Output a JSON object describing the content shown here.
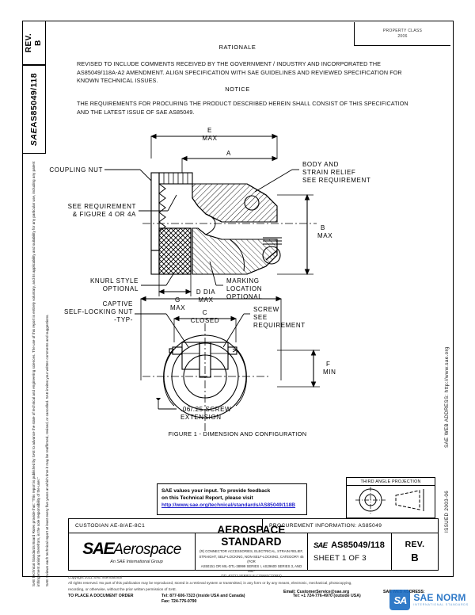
{
  "document": {
    "rev_tab_label": "REV.\nB",
    "rev_tab_line1": "REV.",
    "rev_tab_line2": "B",
    "doc_tab_number": "AS85049/118",
    "doc_tab_logo": "SAE",
    "header_box_line1": "PROPERTY CLASS",
    "header_box_line2": "2006"
  },
  "rationale": {
    "heading": "RATIONALE",
    "body": "REVISED TO INCLUDE COMMENTS RECEIVED BY THE GOVERNMENT / INDUSTRY AND INCORPORATED THE AS85049/118A-A2 AMENDMENT. ALIGN SPECIFICATION WITH SAE GUIDELINES AND REVIEWED SPECIFICATION FOR KNOWN TECHNICAL ISSUES."
  },
  "notice": {
    "heading": "NOTICE",
    "body": "THE REQUIREMENTS FOR PROCURING THE PRODUCT DESCRIBED HEREIN SHALL CONSIST OF THIS SPECIFICATION AND THE LATEST ISSUE OF SAE AS85049."
  },
  "margin_text": {
    "left_paragraph_1": "SAE Technical Standards Board Rules provide that: \"This report is published by SAE to advance the state of technical and engineering sciences. The use of this report is entirely voluntary, and its applicability and suitability for any particular use, including any patent infringement arising therefrom, is the sole responsibility of the user.\"",
    "left_paragraph_2": "SAE reviews each technical report at least every five years at which time it may be reaffirmed, revised, or cancelled. SAE invites your written comments and suggestions.",
    "right_line_1": "SAE WEB ADDRESS: http://www.sae.org",
    "right_line_2": "ISSUED 2003-06"
  },
  "drawing": {
    "figure_caption": "FIGURE 1 - DIMENSION AND CONFIGURATION",
    "labels": {
      "coupling_nut": "COUPLING NUT",
      "e_max": "E\nMAX",
      "e_max_l1": "E",
      "e_max_l2": "MAX",
      "dim_a": "A",
      "body_strain_relief": "BODY AND\nSTRAIN RELIEF\nSEE REQUIREMENT",
      "body_l1": "BODY AND",
      "body_l2": "STRAIN RELIEF",
      "body_l3": "SEE REQUIREMENT",
      "see_req_fig4_l1": "SEE REQUIREMENT",
      "see_req_fig4_l2": "& FIGURE 4 OR 4A",
      "b_max_l1": "B",
      "b_max_l2": "MAX",
      "knurl_l1": "KNURL STYLE",
      "knurl_l2": "OPTIONAL",
      "g_max_l1": "G",
      "g_max_l2": "MAX",
      "marking_l1": "MARKING",
      "marking_l2": "LOCATION",
      "marking_l3": "OPTIONAL",
      "d_dia_l1": "D DIA",
      "d_dia_l2": "MAX",
      "c_closed_l1": "C",
      "c_closed_l2": "CLOSED",
      "screw_l1": "SCREW",
      "screw_l2": "SEE",
      "screw_l3": "REQUIREMENT",
      "captive_l1": "CAPTIVE",
      "captive_l2": "SELF-LOCKING NUT",
      "captive_l3": "-TYP-",
      "f_min_l1": "F",
      "f_min_l2": "MIN",
      "screw_ext_l1": ".06/.25 SCREW",
      "screw_ext_l2": "EXTENSION"
    }
  },
  "feedback": {
    "line1": "SAE values your input. To provide feedback",
    "line2": "on this Technical Report, please visit",
    "url": "http://www.sae.org/technical/standards/AS85049/118B"
  },
  "third_angle": {
    "title": "THIRD ANGLE PROJECTION"
  },
  "footer_rows": {
    "custodian": "CUSTODIAN  AE-8/AE-8C1",
    "procurement": "PROCUREMENT INFORMATION: AS85049"
  },
  "title_block": {
    "logo_sae": "SAE",
    "logo_aerospace": "Aerospace",
    "logo_sub": "An SAE International Group",
    "standard_title": "AEROSPACE STANDARD",
    "description": "(R) CONNECTOR ACCESSORIES, ELECTRICAL, STRAIN RELIEF, STRAIGHT, SELF-LOCKING, NON-SELF-LOCKING, CATEGORY 45 (FOR AS50151 OR MIL-DTL-38999 SERIES I, AS29600 SERIES 3, AND MIL-DTL-83723 SERIES III CONNECTORS)",
    "desc_l1": "(R) CONNECTOR ACCESSORIES, ELECTRICAL, STRAIN RELIEF,",
    "desc_l2": "STRAIGHT, SELF-LOCKING, NON-SELF-LOCKING, CATEGORY 45 (FOR",
    "desc_l3": "AS50151 OR MIL-DTL-38999 SERIES I, AS29600 SERIES 3, AND MIL-",
    "desc_l4": "DTL-83723 SERIES III CONNECTORS)",
    "mini_logo": "SAE",
    "document_number": "AS85049/118",
    "sheet": "SHEET 1 OF 3",
    "rev_label": "REV.",
    "rev_value": "B"
  },
  "copyright": {
    "line1": "Copyright 2011 SAE International",
    "line2": "All rights reserved. No part of this publication may be reproduced, stored in a retrieval system or transmitted, in any form or by any means, electronic, mechanical, photocopying,",
    "line3": "recording, or otherwise, without the prior written permission of SAE.",
    "order_label": "TO PLACE A DOCUMENT ORDER",
    "tel_inside": "Tel: 877-606-7323 (inside USA and Canada)",
    "tel_outside": "Tel: +1 724-776-4970 (outside USA)",
    "fax": "Fax: 724-776-0790",
    "email": "Email: CustomerService@sae.org",
    "web_label": "SAE WEB ADDRESS:",
    "web_value": "http://www.sae.org"
  },
  "watermark": {
    "badge": "SA",
    "main": "SAE NORM",
    "sub": "INTERNATIONAL STANDARDS"
  },
  "colors": {
    "ink": "#000000",
    "link": "#2222cc",
    "watermark": "#1f6fc4"
  }
}
